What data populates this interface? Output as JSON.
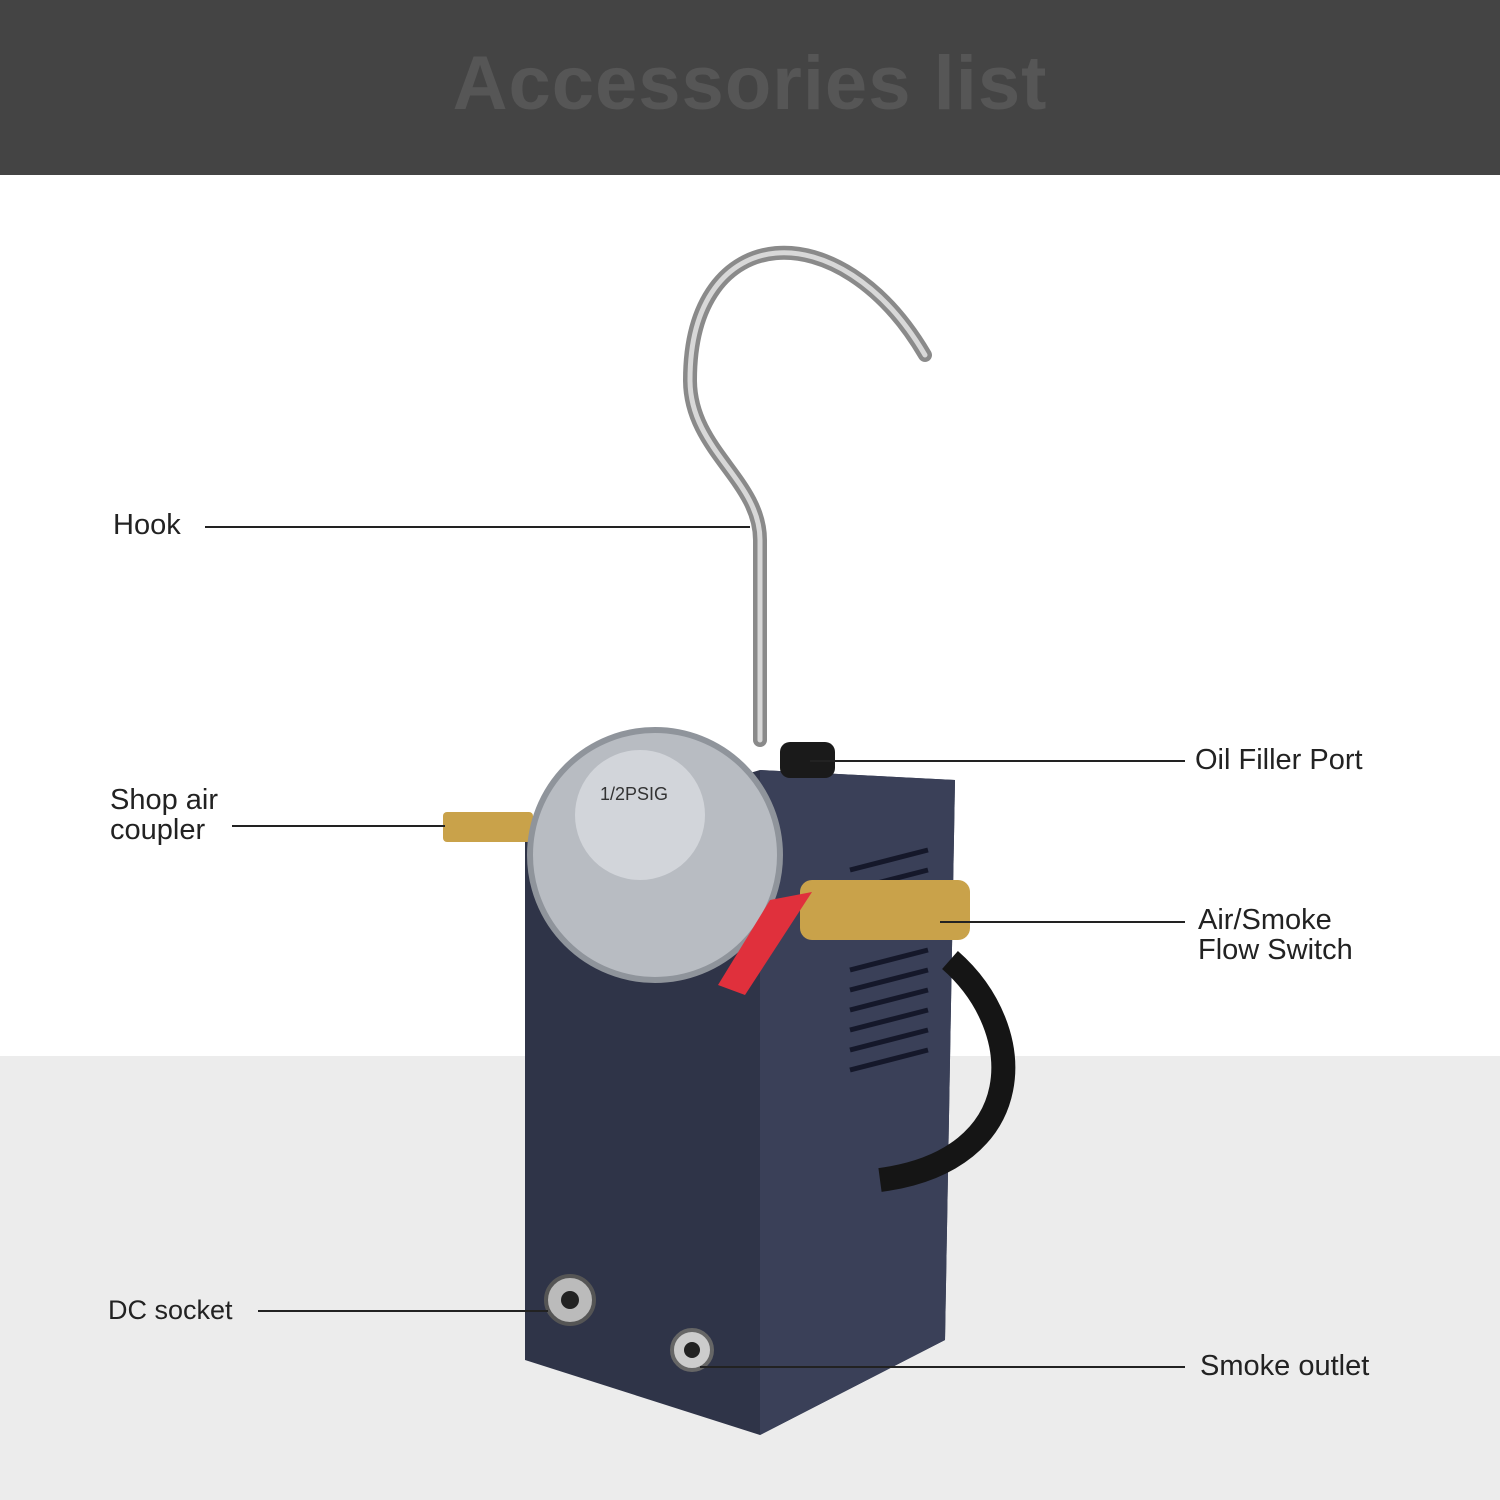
{
  "header": {
    "title": "Accessories list"
  },
  "labels": {
    "hook": "Hook",
    "shop_air_coupler_1": "Shop air",
    "shop_air_coupler_2": "coupler",
    "dc_socket": "DC socket",
    "oil_filler_port": "Oil Filler Port",
    "flow_switch_1": "Air/Smoke",
    "flow_switch_2": "Flow Switch",
    "smoke_outlet": "Smoke outlet"
  },
  "device": {
    "regulator_text": "1/2PSIG"
  },
  "colors": {
    "header_bg": "#444444",
    "title": "#565656",
    "body": "#2f3448",
    "valve_handle": "#e0303c",
    "brass": "#c9a24a"
  }
}
